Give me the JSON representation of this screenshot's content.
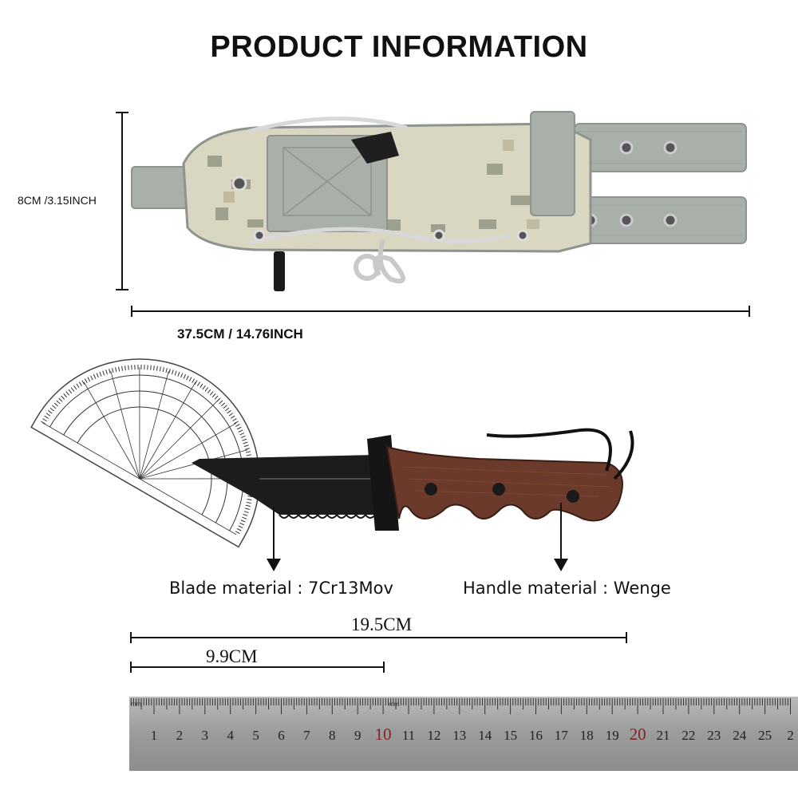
{
  "title": "PRODUCT INFORMATION",
  "sheath": {
    "height_label": "8CM /3.15INCH",
    "length_label": "37.5CM / 14.76INCH"
  },
  "knife": {
    "blade_label": "Blade material : 7Cr13Mov",
    "handle_label": "Handle material : Wenge",
    "total_length_label": "19.5CM",
    "blade_length_label": "9.9CM"
  },
  "ruler": {
    "unit_label": "mm",
    "numbers": [
      "1",
      "2",
      "3",
      "4",
      "5",
      "6",
      "7",
      "8",
      "9",
      "10",
      "11",
      "12",
      "13",
      "14",
      "15",
      "16",
      "17",
      "18",
      "19",
      "20",
      "21",
      "22",
      "23",
      "24",
      "25",
      "2"
    ]
  },
  "colors": {
    "sheath_gray": "#a9b0aa",
    "camo_light": "#d9d6c2",
    "wood": "#6b3a2a",
    "blade": "#1c1c1e",
    "ruler": "#9a9c9c"
  }
}
